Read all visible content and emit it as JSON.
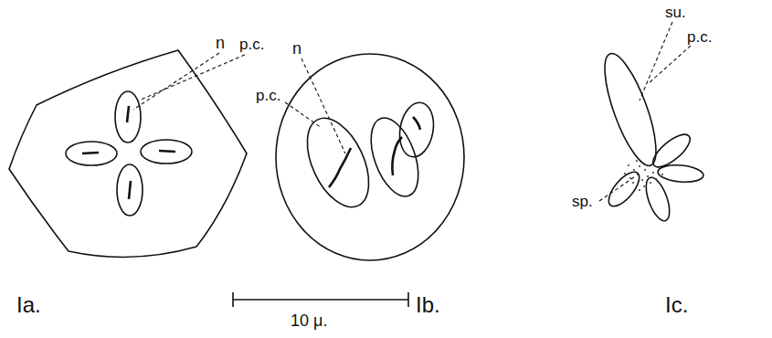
{
  "diagram": {
    "labels": [
      "n",
      "p.c.",
      "n",
      "p.c.",
      "su.",
      "p.c.",
      "sp.",
      "Ia.",
      "10 μ.",
      "Ib.",
      "Ic."
    ]
  }
}
